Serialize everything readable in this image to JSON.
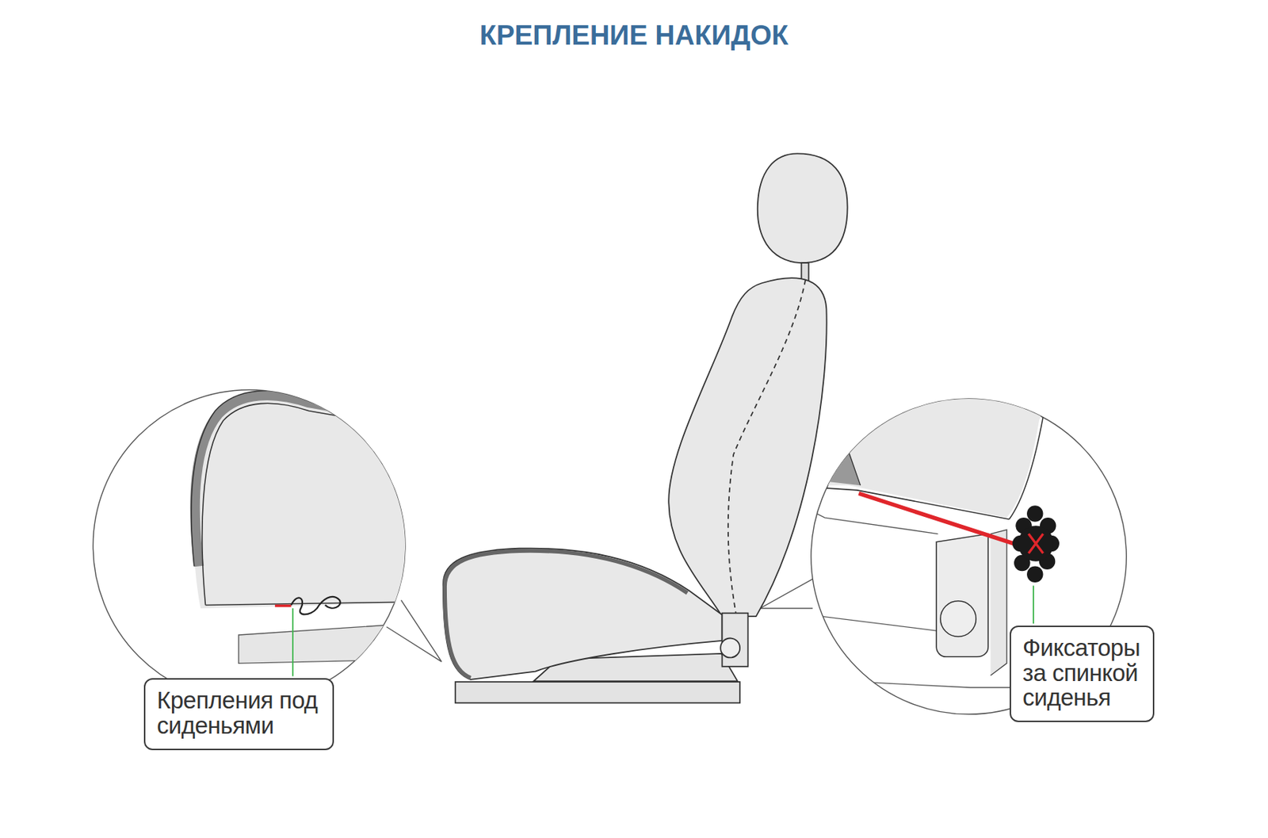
{
  "diagram": {
    "title": "КРЕПЛЕНИЕ НАКИДОК",
    "nodes": [
      {
        "text": [
          "Крепления под сиденьями"
        ]
      },
      {
        "text": [
          "Фиксаторы за спинкой сиденья"
        ]
      }
    ]
  }
}
